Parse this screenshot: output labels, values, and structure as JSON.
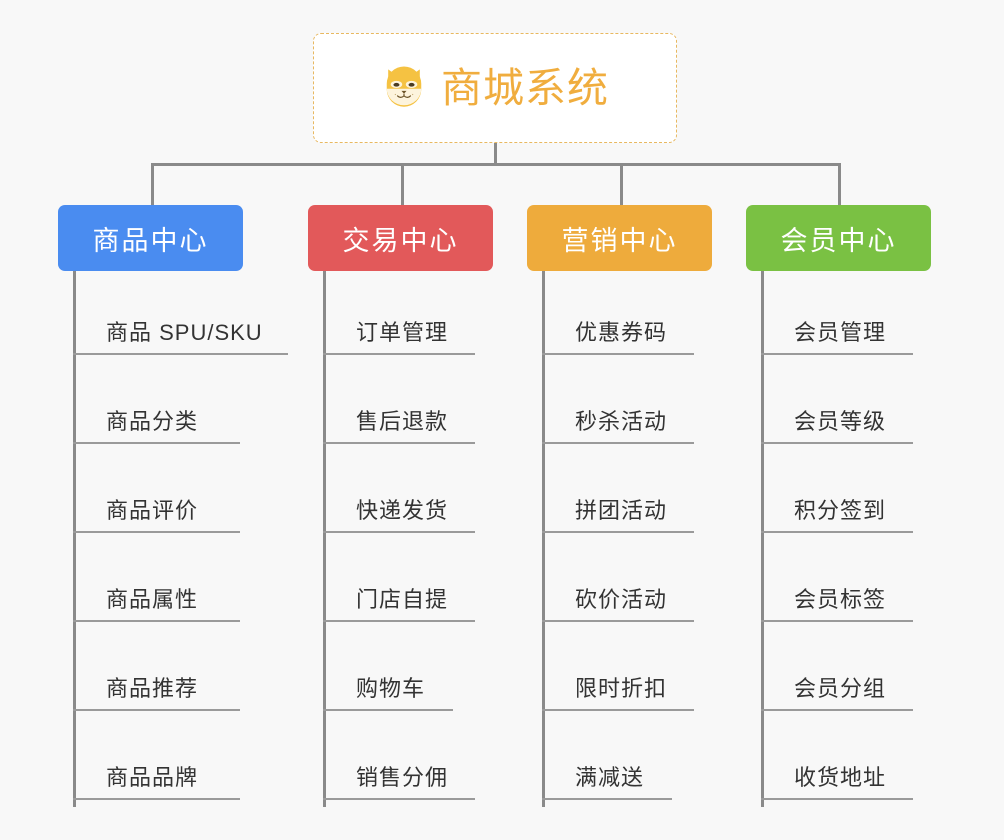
{
  "background_color": "#f8f8f8",
  "root": {
    "title": "商城系统",
    "icon": "shiba-dog-face-icon",
    "text_color": "#f0ad3e",
    "border_color": "#e8b860",
    "background_color": "#ffffff"
  },
  "connector_color": "#8a8a8a",
  "columns": [
    {
      "label": "商品中心",
      "color": "#4a8cf0",
      "items": [
        "商品 SPU/SKU",
        "商品分类",
        "商品评价",
        "商品属性",
        "商品推荐",
        "商品品牌"
      ]
    },
    {
      "label": "交易中心",
      "color": "#e2595a",
      "items": [
        "订单管理",
        "售后退款",
        "快递发货",
        "门店自提",
        "购物车",
        "销售分佣"
      ]
    },
    {
      "label": "营销中心",
      "color": "#eeab3c",
      "items": [
        "优惠券码",
        "秒杀活动",
        "拼团活动",
        "砍价活动",
        "限时折扣",
        "满减送"
      ]
    },
    {
      "label": "会员中心",
      "color": "#7ac143",
      "items": [
        "会员管理",
        "会员等级",
        "积分签到",
        "会员标签",
        "会员分组",
        "收货地址"
      ]
    }
  ]
}
